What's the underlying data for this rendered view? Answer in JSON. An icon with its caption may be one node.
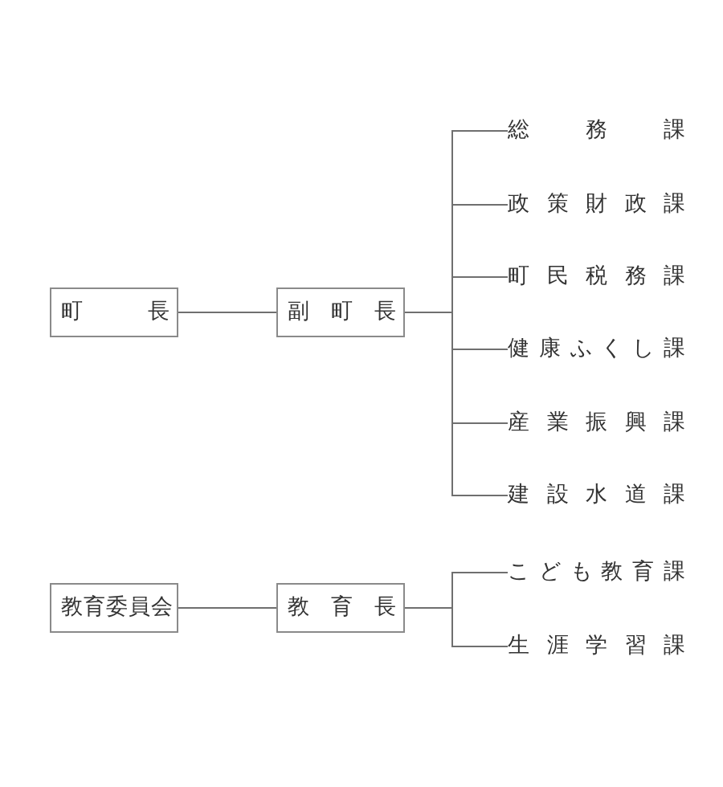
{
  "diagram": {
    "nodes": [
      {
        "text": [
          "町長"
        ]
      },
      {
        "text": [
          "副町長"
        ]
      },
      {
        "text": [
          "総務課"
        ]
      },
      {
        "text": [
          "政策財政課"
        ]
      },
      {
        "text": [
          "町民税務課"
        ]
      },
      {
        "text": [
          "健康ふくし課"
        ]
      },
      {
        "text": [
          "産業振興課"
        ]
      },
      {
        "text": [
          "建設水道課"
        ]
      },
      {
        "text": [
          "教育委員会"
        ]
      },
      {
        "text": [
          "教育長"
        ]
      },
      {
        "text": [
          "こども教育課"
        ]
      },
      {
        "text": [
          "生涯学習課"
        ]
      }
    ],
    "edges": [
      {
        "from": 0,
        "to": 1,
        "arrow": "none"
      },
      {
        "from": 1,
        "to": 2,
        "arrow": "none"
      },
      {
        "from": 1,
        "to": 3,
        "arrow": "none"
      },
      {
        "from": 1,
        "to": 4,
        "arrow": "none"
      },
      {
        "from": 1,
        "to": 5,
        "arrow": "none"
      },
      {
        "from": 1,
        "to": 6,
        "arrow": "none"
      },
      {
        "from": 1,
        "to": 7,
        "arrow": "none"
      },
      {
        "from": 8,
        "to": 9,
        "arrow": "none"
      },
      {
        "from": 9,
        "to": 10,
        "arrow": "none"
      },
      {
        "from": 9,
        "to": 11,
        "arrow": "none"
      }
    ]
  }
}
